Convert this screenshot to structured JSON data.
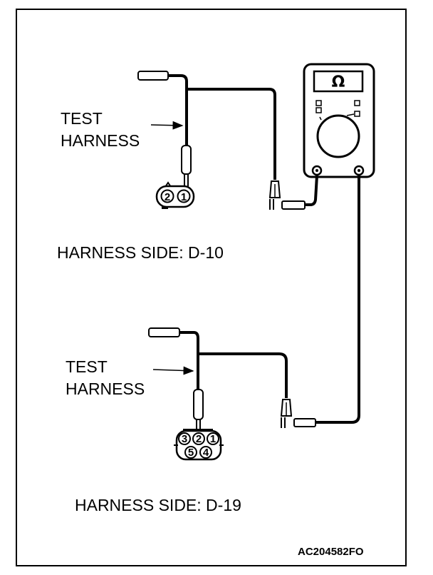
{
  "labels": {
    "test_harness_1": [
      "TEST",
      "HARNESS"
    ],
    "test_harness_2": [
      "TEST",
      "HARNESS"
    ],
    "harness_side_1": "HARNESS SIDE: D-10",
    "harness_side_2": "HARNESS SIDE: D-19",
    "figure_code": "AC204582FO"
  },
  "meter": {
    "symbol": "Ω"
  },
  "connector_d10": {
    "pins": [
      "2",
      "1"
    ]
  },
  "connector_d19": {
    "pins_top": [
      "3",
      "2",
      "1"
    ],
    "pins_bottom": [
      "5",
      "4"
    ]
  },
  "colors": {
    "line": "#000000",
    "background": "#ffffff"
  }
}
